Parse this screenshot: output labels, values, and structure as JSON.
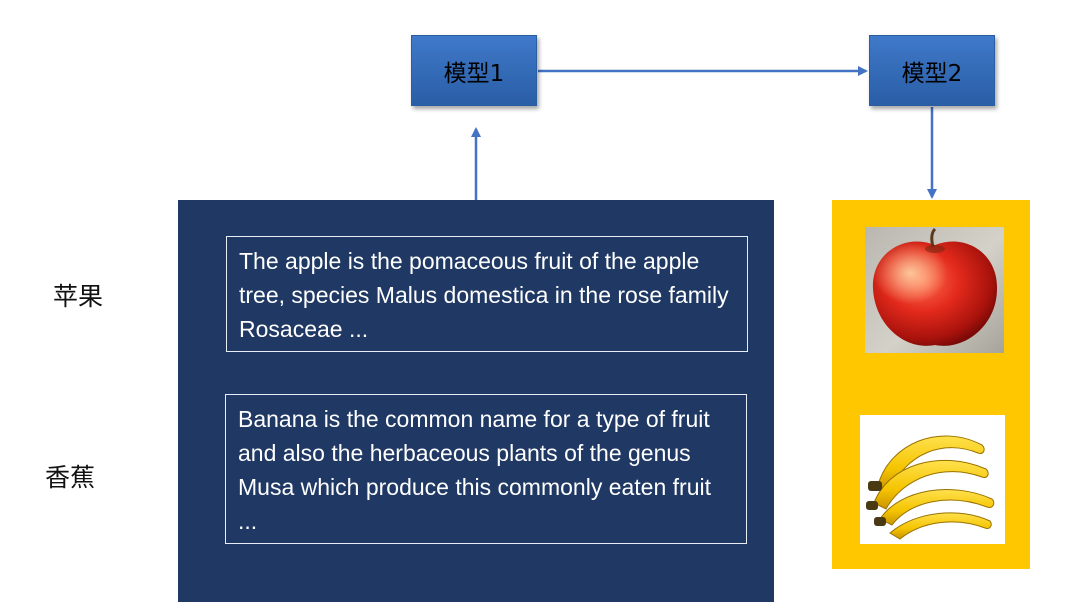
{
  "models": {
    "model1": "模型1",
    "model2": "模型2"
  },
  "labels": {
    "apple": "苹果",
    "banana": "香蕉"
  },
  "descriptions": {
    "apple": "The apple is the pomaceous fruit of the apple tree, species Malus domestica in the rose family Rosaceae ...",
    "banana": "Banana is the common name for a type of fruit and also the herbaceous plants of the genus Musa which produce this commonly eaten fruit ..."
  },
  "colors": {
    "model_box": "#3a72c2",
    "text_panel": "#1f3864",
    "image_panel": "#ffc700",
    "arrow": "#4472c4"
  },
  "images": {
    "apple": "apple-photo",
    "banana": "banana-bunch-photo"
  }
}
